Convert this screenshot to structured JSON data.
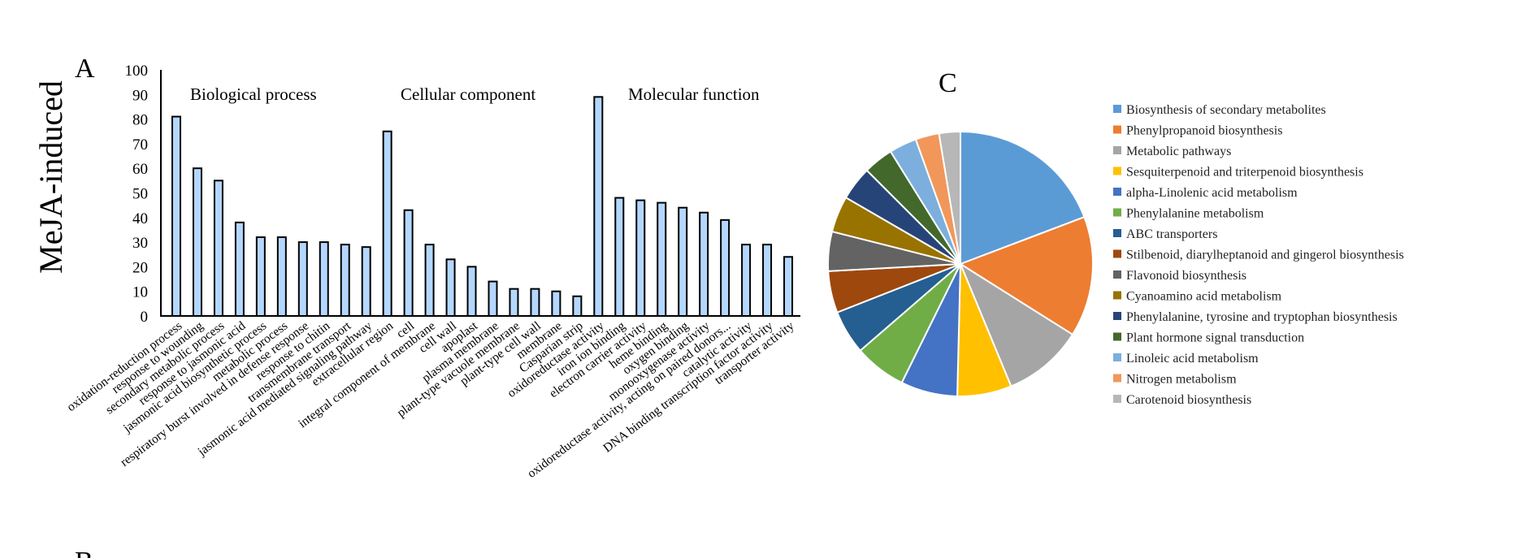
{
  "panel_labels": {
    "a": "A",
    "c": "C",
    "b_partial": "B"
  },
  "row_label": "MeJA-induced",
  "chart_data": [
    {
      "type": "bar",
      "panel": "A",
      "ylim": [
        0,
        100
      ],
      "yticks": [
        0,
        10,
        20,
        30,
        40,
        50,
        60,
        70,
        80,
        90,
        100
      ],
      "grid": false,
      "groups": [
        {
          "title": "Biological process",
          "start": 0,
          "end": 9
        },
        {
          "title": "Cellular component",
          "start": 10,
          "end": 19
        },
        {
          "title": "Molecular function",
          "start": 20,
          "end": 29
        }
      ],
      "categories": [
        "oxidation-reduction process",
        "response to wounding",
        "secondary metabolic process",
        "response to jasmonic acid",
        "jasmonic acid biosynthetic process",
        "metabolic process",
        "respiratory burst involved in defense response",
        "response to chitin",
        "transmembrane transport",
        "jasmonic acid mediated signaling pathway",
        "extracellular region",
        "cell",
        "integral component of membrane",
        "cell wall",
        "apoplast",
        "plasma membrane",
        "plant-type vacuole membrane",
        "plant-type cell wall",
        "membrane",
        "Casparian strip",
        "oxidoreductase activity",
        "iron ion binding",
        "electron carrier activity",
        "heme binding",
        "oxygen binding",
        "monooxygenase activity",
        "oxidoreductase activity, acting on paired donors...",
        "catalytic activity",
        "DNA binding transcription factor activity",
        "transporter activity"
      ],
      "values": [
        81,
        60,
        55,
        38,
        32,
        32,
        30,
        30,
        29,
        28,
        75,
        43,
        29,
        23,
        20,
        14,
        11,
        11,
        10,
        8,
        89,
        48,
        47,
        46,
        44,
        42,
        39,
        29,
        29,
        24
      ]
    },
    {
      "type": "pie",
      "panel": "C",
      "legend_position": "right",
      "labels": [
        "Biosynthesis of secondary metabolites",
        "Phenylpropanoid biosynthesis",
        "Metabolic pathways",
        "Sesquiterpenoid and triterpenoid biosynthesis",
        "alpha-Linolenic acid metabolism",
        "Phenylalanine metabolism",
        "ABC transporters",
        "Stilbenoid, diarylheptanoid and gingerol biosynthesis",
        "Flavonoid biosynthesis",
        "Cyanoamino acid metabolism",
        "Phenylalanine, tyrosine and tryptophan biosynthesis",
        "Plant hormone signal transduction",
        "Linoleic acid metabolism",
        "Nitrogen metabolism",
        "Carotenoid biosynthesis"
      ],
      "values": [
        20.0,
        15.3,
        10.2,
        6.9,
        7.2,
        6.6,
        5.6,
        5.3,
        5.0,
        4.6,
        4.3,
        3.8,
        3.5,
        3.0,
        2.7
      ],
      "colors": [
        "#5b9bd5",
        "#ed7d31",
        "#a5a5a5",
        "#ffc000",
        "#4472c4",
        "#70ad47",
        "#255e91",
        "#9e480e",
        "#636363",
        "#997300",
        "#264478",
        "#43682b",
        "#7cafdd",
        "#f1975a",
        "#b7b7b7"
      ]
    }
  ]
}
